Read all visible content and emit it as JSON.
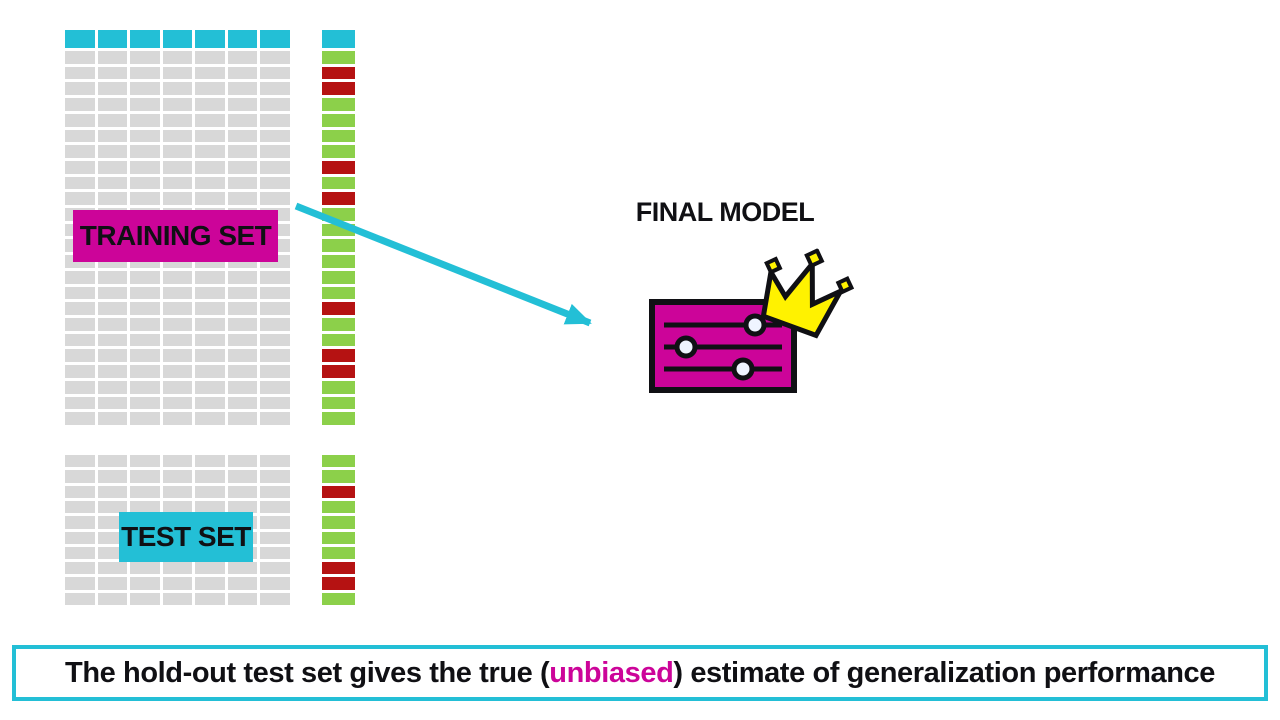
{
  "colors": {
    "cyan": "#23BFD6",
    "magenta": "#CC0499",
    "gray": "#D8D8D8",
    "green": "#8CD04A",
    "red": "#B51212",
    "yellow": "#FFF200",
    "ink": "#101014",
    "knob": "#EFF4FF",
    "white": "#FFFFFF"
  },
  "training": {
    "label": "TRAINING SET",
    "columns": 7,
    "rows": 24,
    "header_color": "cyan",
    "cell_color": "gray",
    "label_column": [
      "green",
      "red",
      "red",
      "green",
      "green",
      "green",
      "green",
      "red",
      "green",
      "red",
      "green",
      "green",
      "green",
      "green",
      "green",
      "green",
      "red",
      "green",
      "green",
      "red",
      "red",
      "green",
      "green",
      "green"
    ]
  },
  "test": {
    "label": "TEST SET",
    "columns": 7,
    "rows": 10,
    "cell_color": "gray",
    "label_column": [
      "green",
      "green",
      "red",
      "green",
      "green",
      "green",
      "green",
      "red",
      "red",
      "green"
    ]
  },
  "model": {
    "title": "FINAL MODEL",
    "icons": [
      "crown-icon",
      "sliders-model-icon",
      "arrow-icon"
    ]
  },
  "banner": {
    "prefix": "The hold-out test set gives the true (",
    "highlight": "unbiased",
    "suffix": ") estimate of generalization performance"
  }
}
